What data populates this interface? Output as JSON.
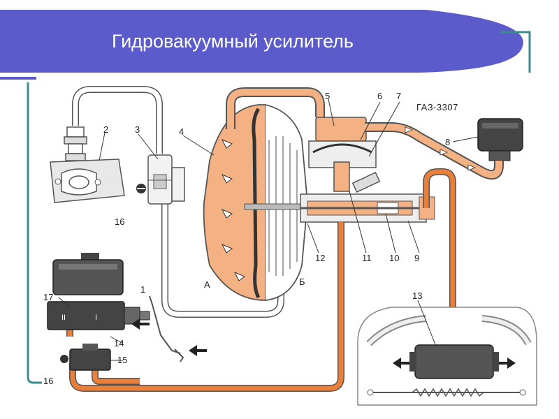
{
  "slide": {
    "title": "Гидровакуумный усилитель",
    "colors": {
      "banner": "#5b5bcb",
      "frame": "#3e8a8a",
      "fluid": "#f0a06a",
      "pipe": "#e87f3a",
      "steel": "#555555"
    }
  },
  "diagram": {
    "model": "ГАЗ-3307",
    "labels": {
      "n1": "1",
      "n2": "2",
      "n3": "3",
      "n4": "4",
      "n5": "5",
      "n6": "6",
      "n7": "7",
      "n8": "8",
      "n9": "9",
      "n10": "10",
      "n11": "11",
      "n12": "12",
      "n13": "13",
      "n14": "14",
      "n15": "15",
      "n16a": "16",
      "n16b": "16",
      "n17": "17",
      "chamberA": "А",
      "chamberB": "Б",
      "roman1": "I",
      "roman2": "II"
    }
  }
}
